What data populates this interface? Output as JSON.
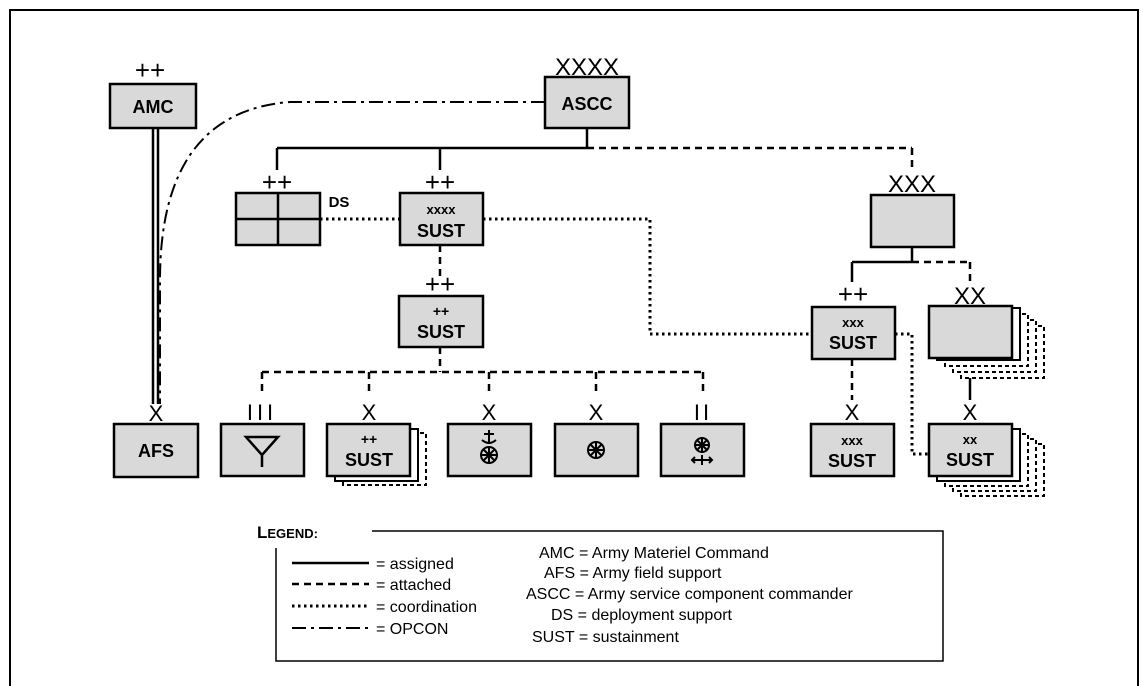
{
  "units": {
    "amc": {
      "echelon": "++",
      "label": "AMC"
    },
    "ascc": {
      "echelon": "XXXX",
      "label": "ASCC"
    },
    "ds_unit": {
      "echelon": "++",
      "side_label": "DS"
    },
    "tsc": {
      "echelon": "++",
      "inner_echelon": "xxxx",
      "label": "SUST"
    },
    "esc": {
      "echelon": "++",
      "inner_echelon": "++",
      "label": "SUST"
    },
    "corps": {
      "echelon": "XXX"
    },
    "corps_sust": {
      "echelon": "++",
      "inner_echelon": "xxx",
      "label": "SUST"
    },
    "divisions": {
      "echelon": "XX"
    },
    "afs": {
      "echelon": "X",
      "label": "AFS"
    },
    "signal": {
      "echelon": "III"
    },
    "sust_bde": {
      "echelon": "X",
      "inner_echelon": "++",
      "label": "SUST"
    },
    "transport_bde": {
      "echelon": "X"
    },
    "medical_bde": {
      "echelon": "X"
    },
    "movement_bn": {
      "echelon": "II"
    },
    "corps_sust_bde": {
      "echelon": "X",
      "inner_echelon": "xxx",
      "label": "SUST"
    },
    "div_sust_bde": {
      "echelon": "X",
      "inner_echelon": "xx",
      "label": "SUST"
    }
  },
  "legend": {
    "title_cap": "L",
    "title_rest": "EGEND:",
    "line_types": [
      {
        "style": "solid",
        "label": "= assigned"
      },
      {
        "style": "dashed",
        "label": "= attached"
      },
      {
        "style": "dotted",
        "label": "= coordination"
      },
      {
        "style": "dash-dot",
        "label": "= OPCON"
      }
    ],
    "abbreviations": [
      "AMC = Army Materiel Command",
      "AFS =  Army field support",
      "ASCC = Army service component commander",
      "DS = deployment support",
      "SUST = sustainment"
    ]
  },
  "colors": {
    "unit_fill": "#d9d9d9",
    "line": "#000000",
    "background": "#ffffff"
  }
}
